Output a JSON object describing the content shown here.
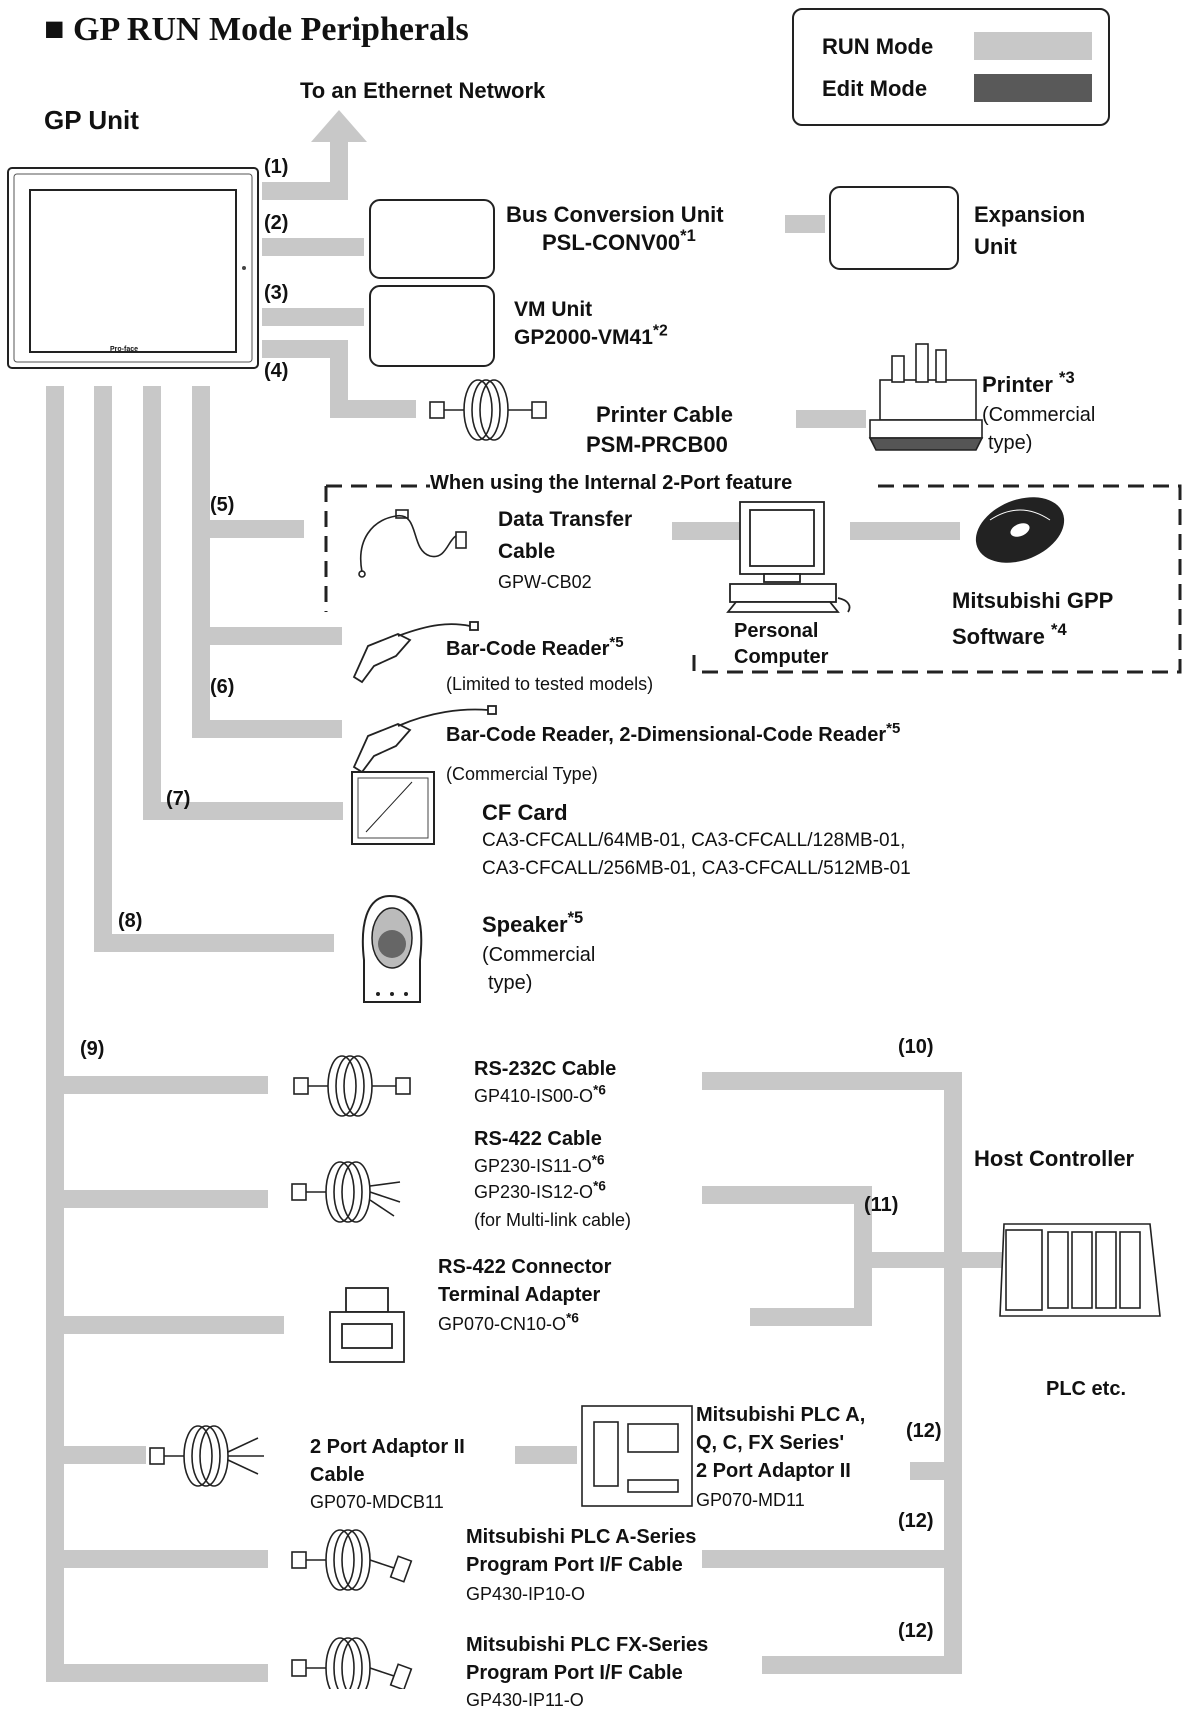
{
  "title": "GP RUN Mode Peripherals",
  "legend": {
    "run_label": "RUN Mode",
    "edit_label": "Edit Mode",
    "run_color": "#c8c8c8",
    "edit_color": "#595959"
  },
  "gp_unit": {
    "label": "GP Unit",
    "logo": "Pro-face"
  },
  "ethernet": {
    "label": "To an Ethernet Network",
    "num": "(1)"
  },
  "bus_conv": {
    "num": "(2)",
    "label": "Bus Conversion Unit",
    "model": "PSL-CONV00",
    "note": "*1"
  },
  "expansion": {
    "line1": "Expansion",
    "line2": "Unit"
  },
  "vm": {
    "num": "(3)",
    "label": "VM Unit",
    "model": "GP2000-VM41",
    "note": "*2"
  },
  "printer_cable": {
    "num": "(4)",
    "label": "Printer Cable",
    "model": "PSM-PRCB00"
  },
  "printer": {
    "label": "Printer ",
    "note": "*3",
    "line2": "(Commercial",
    "line3": "type)"
  },
  "internal_port": {
    "title": "When using the Internal 2-Port feature",
    "num": "(5)"
  },
  "data_transfer": {
    "line1": "Data Transfer",
    "line2": "Cable",
    "model": "GPW-CB02"
  },
  "pc": {
    "line1": "Personal",
    "line2": "Computer"
  },
  "gpp": {
    "line1": "Mitsubishi GPP",
    "line2": "Software ",
    "note": "*4"
  },
  "barcode1": {
    "label": "Bar-Code Reader",
    "note": "*5",
    "sub": "(Limited to tested models)"
  },
  "barcode2": {
    "num": "(6)",
    "label": "Bar-Code Reader,  2-Dimensional-Code Reader",
    "note": "*5",
    "sub": "(Commercial Type)"
  },
  "cf": {
    "num": "(7)",
    "label": "CF Card",
    "line1": "CA3-CFCALL/64MB-01,   CA3-CFCALL/128MB-01,",
    "line2": "CA3-CFCALL/256MB-01, CA3-CFCALL/512MB-01"
  },
  "speaker": {
    "num": "(8)",
    "label": "Speaker",
    "note": "*5",
    "line2": "(Commercial",
    "line3": "type)"
  },
  "num9": "(9)",
  "num10": "(10)",
  "num11": "(11)",
  "num12a": "(12)",
  "num12b": "(12)",
  "num12c": "(12)",
  "rs232": {
    "label": "RS-232C Cable",
    "model": "GP410-IS00-O",
    "note": "*6"
  },
  "rs422": {
    "label": "RS-422 Cable",
    "model1": "GP230-IS11-O",
    "model2": "GP230-IS12-O",
    "note": "*6",
    "sub": "(for Multi-link cable)"
  },
  "rs422conn": {
    "line1": "RS-422 Connector",
    "line2": "Terminal Adapter",
    "model": "GP070-CN10-O",
    "note": "*6"
  },
  "host": {
    "label": "Host Controller",
    "sub": "PLC etc."
  },
  "adaptor_cable": {
    "line1": "2 Port Adaptor II",
    "line2": "Cable",
    "model": "GP070-MDCB11"
  },
  "adaptor": {
    "line1": "Mitsubishi PLC A,",
    "line2": "Q, C, FX Series'",
    "line3": "2 Port Adaptor II",
    "model": "GP070-MD11"
  },
  "a_series": {
    "line1": "Mitsubishi PLC A-Series",
    "line2": "Program Port I/F Cable",
    "model": "GP430-IP10-O"
  },
  "fx_series": {
    "line1": "Mitsubishi PLC FX-Series",
    "line2": "Program Port I/F Cable",
    "model": "GP430-IP11-O"
  }
}
